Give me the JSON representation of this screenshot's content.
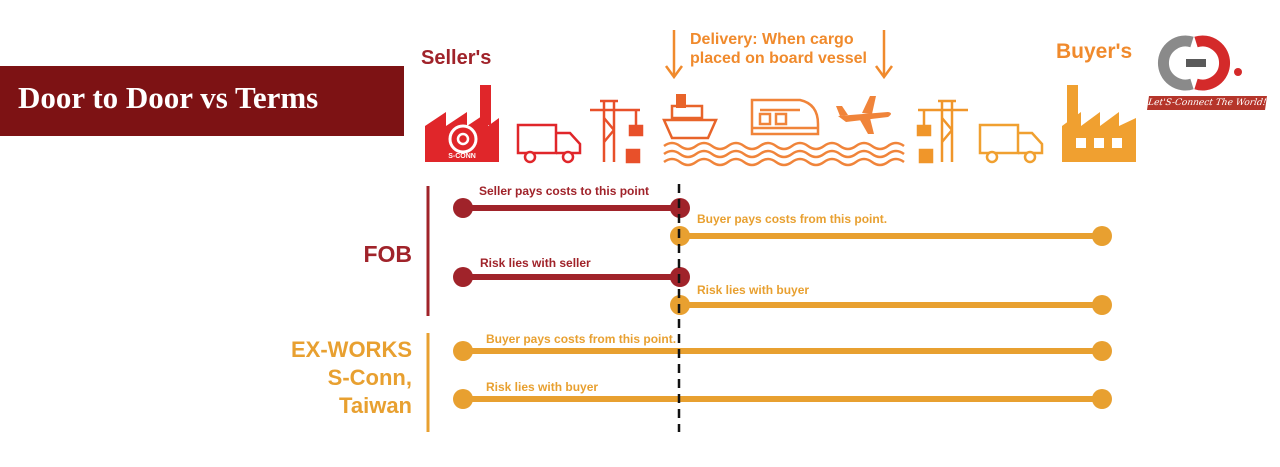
{
  "title": "Door to Door vs Terms",
  "header": {
    "seller": "Seller's",
    "buyer": "Buyer's",
    "delivery_line1": "Delivery: When cargo",
    "delivery_line2": "placed on board vessel"
  },
  "factory_logo_text": "S-CONN",
  "brand": {
    "slogan": "Let'S-Connect The World!"
  },
  "colors": {
    "dark_red": "#a0232a",
    "orange": "#e8a030",
    "header_orange": "#f08a2c"
  },
  "icons": [
    "seller-factory-icon",
    "truck-icon",
    "crane-icon",
    "ship-icon",
    "waves-icon",
    "train-icon",
    "airplane-icon",
    "crane-icon",
    "truck-icon",
    "buyer-factory-icon"
  ],
  "fob": {
    "label": "FOB",
    "seller_costs": "Seller pays costs to this point",
    "buyer_costs": "Buyer pays costs from this point.",
    "seller_risk": "Risk lies with seller",
    "buyer_risk": "Risk lies with buyer"
  },
  "exworks": {
    "label_line1": "EX-WORKS",
    "label_line2": "S-Conn,",
    "label_line3": "Taiwan",
    "buyer_costs": "Buyer pays costs from this point.",
    "buyer_risk": "Risk lies with buyer"
  }
}
